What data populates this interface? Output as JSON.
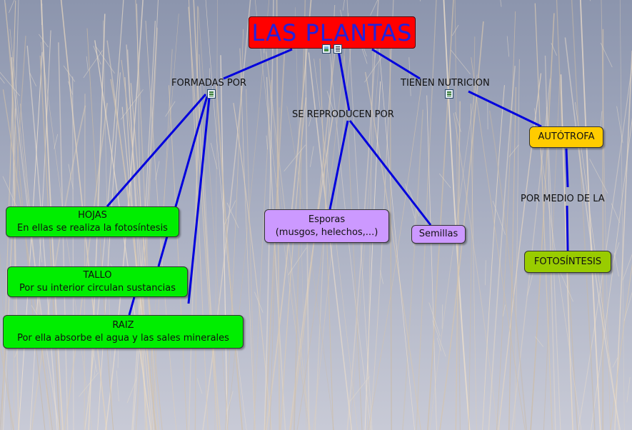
{
  "colors": {
    "link_line": "#0000dd",
    "root_fill": "#ff0000",
    "root_text": "#2222dd",
    "green_fill": "#00ee00",
    "purple_fill": "#cc99ff",
    "orange_fill": "#ffcc00",
    "olive_fill": "#99cc00"
  },
  "concepts": {
    "root": {
      "title": "LAS PLANTAS"
    },
    "hojas": {
      "line1": "HOJAS",
      "line2": "En ellas se realiza la fotosíntesis"
    },
    "tallo": {
      "line1": "TALLO",
      "line2": "Por su interior circulan sustancias"
    },
    "raiz": {
      "line1": "RAIZ",
      "line2": "Por ella absorbe el agua y las sales minerales"
    },
    "esporas": {
      "line1": "Esporas",
      "line2": "(musgos, helechos,...)"
    },
    "semillas": {
      "line1": "Semillas"
    },
    "autotrofa": {
      "line1": "AUTÓTROFA"
    },
    "fotosintesis": {
      "line1": "FOTOSÍNTESIS"
    }
  },
  "link_phrases": {
    "formadas_por": "FORMADAS POR",
    "se_reproducen_por": "SE REPRODUCEN POR",
    "tienen_nutricion": "TIENEN NUTRICION",
    "por_medio_de_la": "POR MEDIO DE LA"
  },
  "resource_icons": {
    "root": [
      "image-icon",
      "document-icon"
    ],
    "formadas_por": [
      "film-icon"
    ],
    "tienen_nutricion": [
      "film-icon"
    ]
  }
}
